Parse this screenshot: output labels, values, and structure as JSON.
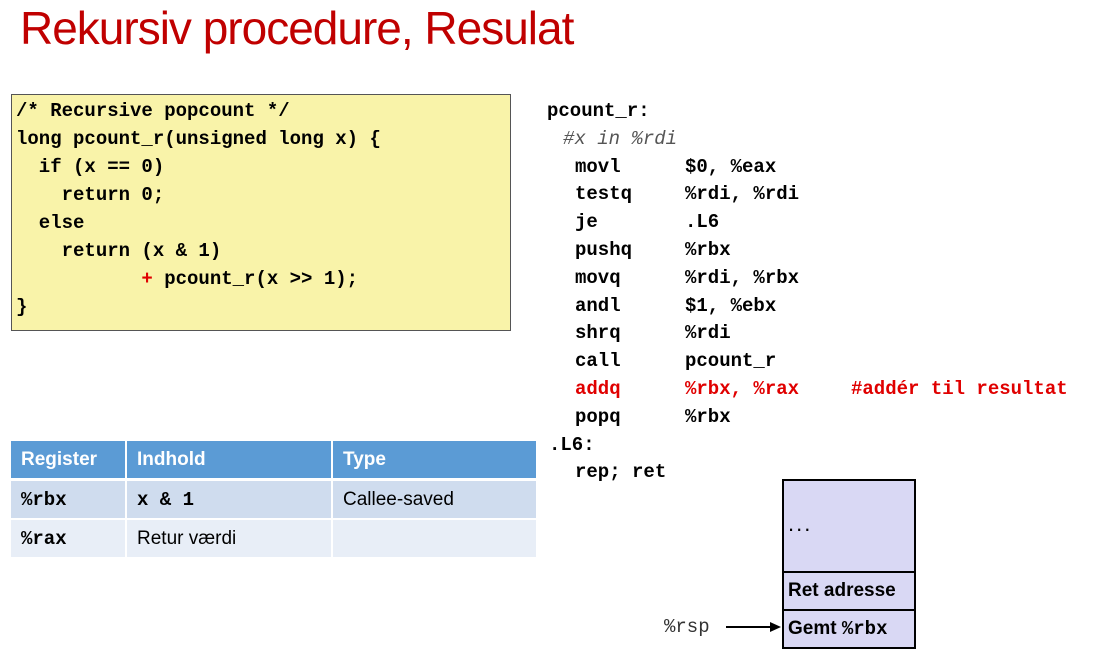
{
  "slide": {
    "title": "Rekursiv procedure, Resulat"
  },
  "c_code": {
    "line1": "/* Recursive popcount */",
    "line2": "long pcount_r(unsigned long x) {",
    "line3": "  if (x == 0)",
    "line4": "    return 0;",
    "line5": "  else",
    "line6": "    return (x & 1)",
    "line7_indent": "           ",
    "line7_plus": "+",
    "line7_rest": " pcount_r(x >> 1);",
    "line8": "}"
  },
  "assembly": {
    "label": "pcount_r:",
    "comment": "#x in %rdi",
    "instructions": [
      {
        "op": "movl",
        "args": "$0, %eax"
      },
      {
        "op": "testq",
        "args": "%rdi, %rdi"
      },
      {
        "op": "je",
        "args": ".L6"
      },
      {
        "op": "pushq",
        "args": "%rbx"
      },
      {
        "op": "movq",
        "args": "%rdi, %rbx"
      },
      {
        "op": "andl",
        "args": "$1, %ebx"
      },
      {
        "op": "shrq",
        "args": "%rdi"
      },
      {
        "op": "call",
        "args": "pcount_r"
      },
      {
        "op": "addq",
        "args": "%rbx, %rax",
        "comment": "#addér til resultat",
        "highlight": true
      },
      {
        "op": "popq",
        "args": "%rbx"
      }
    ],
    "label2": ".L6:",
    "final": "rep; ret"
  },
  "register_table": {
    "headers": [
      "Register",
      "Indhold",
      "Type"
    ],
    "rows": [
      {
        "register": "%rbx",
        "content": "x & 1",
        "type": "Callee-saved"
      },
      {
        "register": "%rax",
        "content": "Retur værdi",
        "type": ""
      }
    ]
  },
  "stack": {
    "top": "...",
    "ret": "Ret adresse",
    "saved_prefix": "Gemt ",
    "saved_reg": "%rbx",
    "pointer_label": "%rsp"
  },
  "colors": {
    "title": "#c00000",
    "highlight": "#e00000",
    "code_bg": "#f9f3a9",
    "table_header": "#5b9bd5",
    "stack_bg": "#d9d8f4"
  }
}
